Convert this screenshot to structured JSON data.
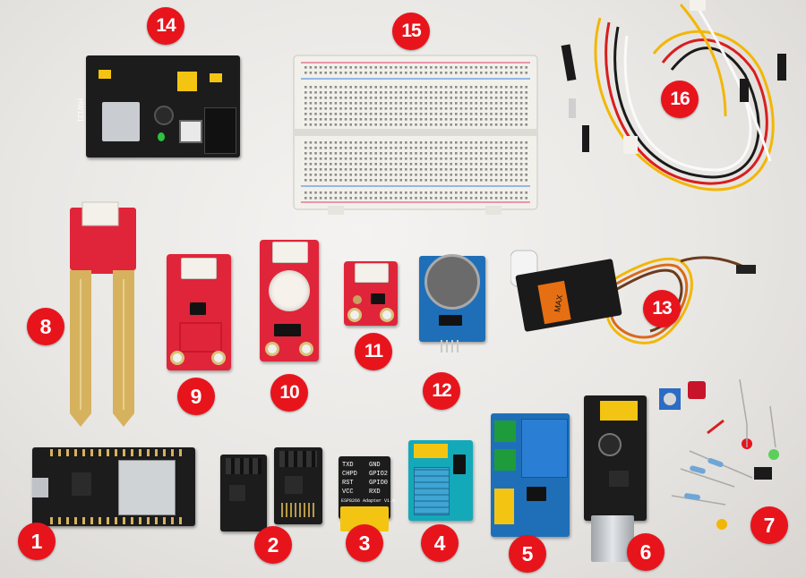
{
  "badges": [
    {
      "id": "1",
      "label": "1"
    },
    {
      "id": "2",
      "label": "2"
    },
    {
      "id": "3",
      "label": "3"
    },
    {
      "id": "4",
      "label": "4"
    },
    {
      "id": "5",
      "label": "5"
    },
    {
      "id": "6",
      "label": "6"
    },
    {
      "id": "7",
      "label": "7"
    },
    {
      "id": "8",
      "label": "8"
    },
    {
      "id": "9",
      "label": "9"
    },
    {
      "id": "10",
      "label": "10"
    },
    {
      "id": "11",
      "label": "11"
    },
    {
      "id": "12",
      "label": "12"
    },
    {
      "id": "13",
      "label": "13"
    },
    {
      "id": "14",
      "label": "14"
    },
    {
      "id": "15",
      "label": "15"
    },
    {
      "id": "16",
      "label": "16"
    }
  ],
  "printed": {
    "power_module_label": "HW131",
    "esp01_adapter_label": "ESP8266 Adapter V1.0",
    "esp01_adapter_pins_left": [
      "TXD",
      "CHPD",
      "RST",
      "VCC"
    ],
    "esp01_adapter_pins_right": [
      "GND",
      "GPIO2",
      "GPIO0",
      "RXD"
    ],
    "servo_brand": "MAX"
  },
  "colors": {
    "badge": "#e8141c",
    "pcb_red": "#e0253a",
    "pcb_black": "#1c1c1c",
    "pcb_blue": "#1f6fb8",
    "breadboard": "#f1f0ea",
    "jumper_yellow": "#f2b705",
    "jumper_red": "#d81e1e"
  }
}
